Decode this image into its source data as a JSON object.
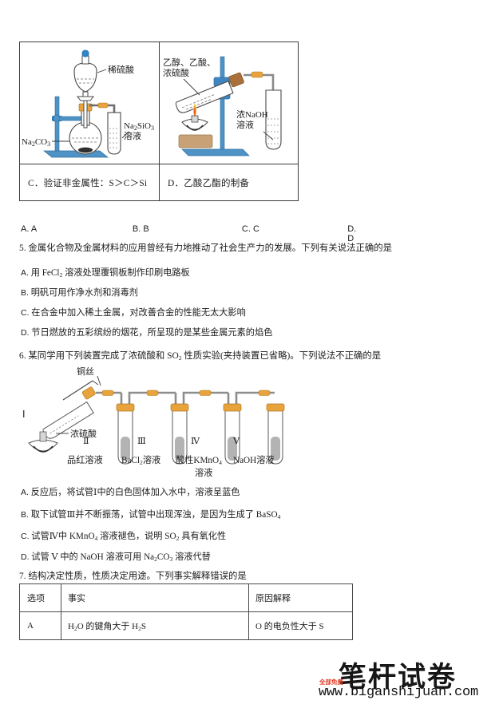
{
  "document": {
    "type": "chemistry-exam-page"
  },
  "option_table": {
    "cells": [
      {
        "id": "C",
        "caption": "C．验证非金属性：S＞C＞Si",
        "figure_labels": {
          "funnel_reagent": "稀硫酸",
          "flask_reagent": "Na2CO3",
          "flask_reagent_main": "Na",
          "tube_reagent_line1": "Na2SiO3",
          "tube_reagent_line2": "溶液"
        }
      },
      {
        "id": "D",
        "caption": "D．乙酸乙酯的制备",
        "figure_labels": {
          "mixture_line1": "乙醇、乙酸、",
          "mixture_line2": "浓硫酸",
          "receiver_line1": "浓NaOH",
          "receiver_line2": "溶液"
        }
      }
    ]
  },
  "answer_row": {
    "options": [
      "A. A",
      "B. B",
      "C. C",
      "D. D"
    ]
  },
  "question5": {
    "number": "5.",
    "stem": "金属化合物及金属材料的应用曾经有力地推动了社会生产力的发展。下列有关说法正确的是",
    "options": [
      {
        "label": "A.",
        "text_before": "用 FeCl",
        "sub": "2",
        "text_after": " 溶液处理覆铜板制作印刷电路板"
      },
      {
        "label": "B.",
        "text": "明矾可用作净水剂和消毒剂"
      },
      {
        "label": "C.",
        "text": "在合金中加入稀土金属，对改善合金的性能无太大影响"
      },
      {
        "label": "D.",
        "text": "节日燃放的五彩缤纷的烟花，所呈现的是某些金属元素的焰色"
      }
    ]
  },
  "question6": {
    "number": "6.",
    "stem_part1": "某同学用下列装置完成了浓硫酸和 SO",
    "stem_sub": "2",
    "stem_part2": " 性质实验(夹持装置已省略)。下列说法不正确的是",
    "figure": {
      "labels": {
        "copper_wire": "铜丝",
        "roman_1": "I",
        "sulfuric_acid": "浓硫酸",
        "roman_2": "Ⅱ",
        "roman_3": "Ⅲ",
        "roman_4": "Ⅳ",
        "roman_5": "Ⅴ",
        "tube2_reagent": "品红溶液",
        "tube3_reagent_pre": "BaCl",
        "tube3_reagent_sub": "2",
        "tube3_reagent_post": "溶液",
        "tube4_reagent_pre": "酸性KMnO",
        "tube4_reagent_sub": "4",
        "tube4_reagent_line2": "溶液",
        "tube5_reagent": "NaOH溶液"
      }
    },
    "options": [
      {
        "label": "A.",
        "text": "反应后，将试管Ⅰ中的白色固体加入水中，溶液呈蓝色"
      },
      {
        "label": "B.",
        "text_before": "取下试管Ⅲ并不断振荡，试管中出现浑浊，是因为生成了 BaSO",
        "sub": "4",
        "text_after": ""
      },
      {
        "label": "C.",
        "text_before": "试管Ⅳ中 KMnO",
        "sub": "4",
        "text_mid": " 溶液褪色，说明 SO",
        "sub2": "2",
        "text_after": " 具有氧化性"
      },
      {
        "label": "D.",
        "text_before": "试管 Ⅴ 中的 NaOH 溶液可用 Na",
        "sub": "2",
        "text_mid": "CO",
        "sub2": "3",
        "text_after": " 溶液代替"
      }
    ]
  },
  "question7": {
    "number": "7.",
    "stem": "结构决定性质，性质决定用途。下列事实解释错误的是",
    "table": {
      "headers": [
        "选项",
        "事实",
        "原因解释"
      ],
      "rows": [
        {
          "option": "A",
          "fact_pre": "H",
          "fact_sub": "2",
          "fact_mid": "O 的键角大于 H",
          "fact_sub2": "2",
          "fact_post": "S",
          "reason": "O 的电负性大于 S"
        }
      ]
    }
  },
  "watermark": {
    "brand": "笔杆试卷",
    "free_tag": "全部免费",
    "url": "www.biganshijuan.com"
  },
  "colors": {
    "stand_blue": "#4f93c6",
    "cork_orange": "#e8a33d",
    "flame_orange": "#f08a1e",
    "burner_tan": "#c8a276",
    "table_border": "#3b3b3b",
    "watermark_red": "#e23b22"
  }
}
